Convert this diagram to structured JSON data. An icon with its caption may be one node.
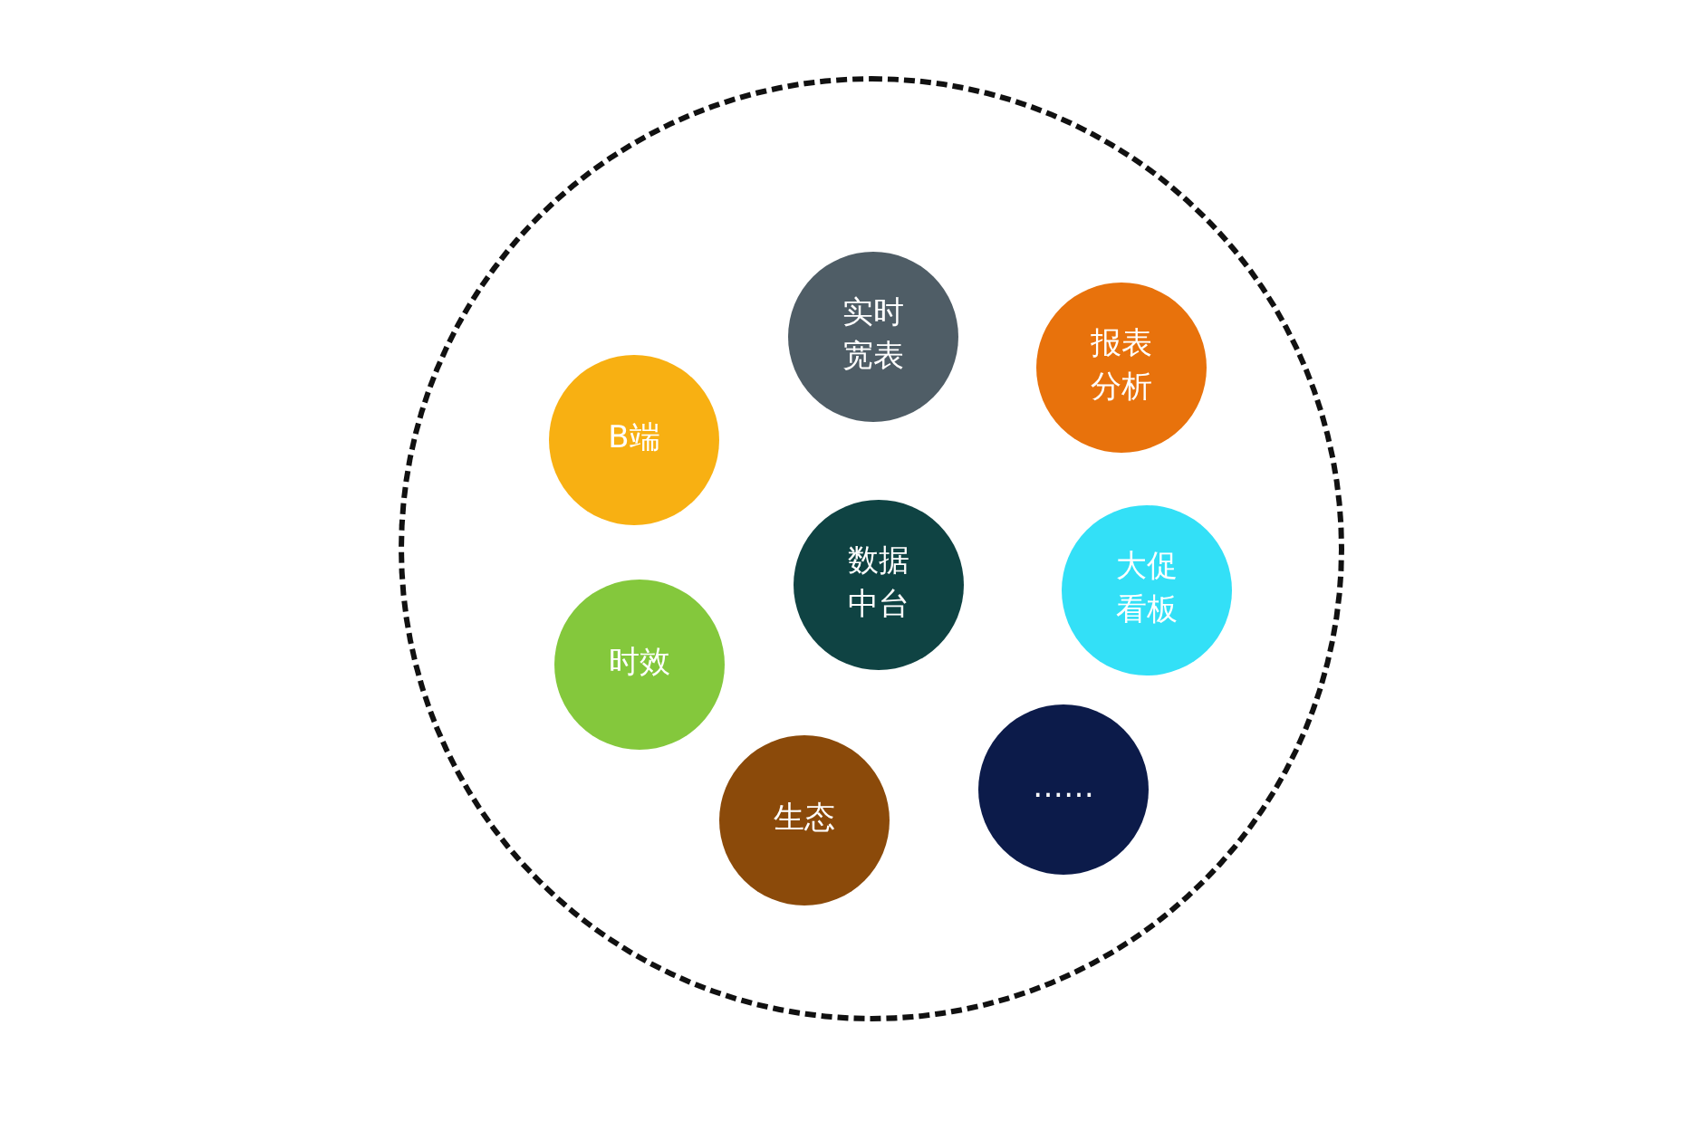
{
  "diagram": {
    "nodes": [
      {
        "text": [],
        "shape": "circle"
      },
      {
        "text": [
          "实时宽表"
        ],
        "in": 0
      },
      {
        "text": [
          "报表分析"
        ],
        "in": 0
      },
      {
        "text": [
          "B端"
        ],
        "in": 0
      },
      {
        "text": [
          "数据中台"
        ],
        "in": 0
      },
      {
        "text": [
          "大促看板"
        ],
        "in": 0
      },
      {
        "text": [
          "时效"
        ],
        "in": 0
      },
      {
        "text": [
          "生态"
        ],
        "in": 0
      },
      {
        "text": [
          "……"
        ],
        "in": 0
      }
    ],
    "edges": []
  }
}
